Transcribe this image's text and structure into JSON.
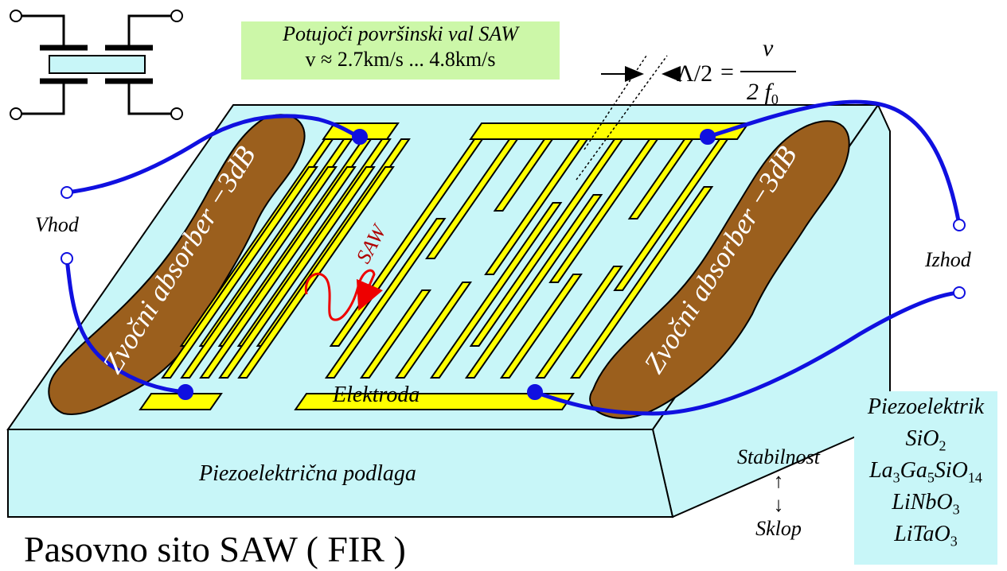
{
  "title": {
    "main": "Pasovno sito SAW ( FIR )"
  },
  "saw_info": {
    "line1": "Potujoči površinski val SAW",
    "line2": "v ≈ 2.7km/s ... 4.8km/s"
  },
  "labels": {
    "input": "Vhod",
    "output": "Izhod",
    "substrate": "Piezoelektrična podlaga",
    "electrode": "Elektroda",
    "saw": "SAW",
    "absorber_left": "Zvočni absorber −3dB",
    "absorber_right": "Zvočni absorber −3dB"
  },
  "wavelength_formula": {
    "lhs": "Λ/2",
    "eq": "=",
    "numerator": "v",
    "denominator": "2 f",
    "denominator_sub": "0"
  },
  "stability": {
    "top": "Stabilnost",
    "bottom": "Sklop",
    "arrow_up": "↑",
    "arrow_down": "↓"
  },
  "materials": {
    "header": "Piezoelektrik",
    "items": [
      "SiO2",
      "La3Ga5SiO14",
      "LiNbO3",
      "LiTaO3"
    ]
  },
  "colors": {
    "substrate": "#c8f6f8",
    "electrode": "#ffff00",
    "absorber": "#9b5f1d",
    "wire": "#1010e0",
    "saw_wave": "#ee0000",
    "info_box": "#ccf7a8"
  }
}
